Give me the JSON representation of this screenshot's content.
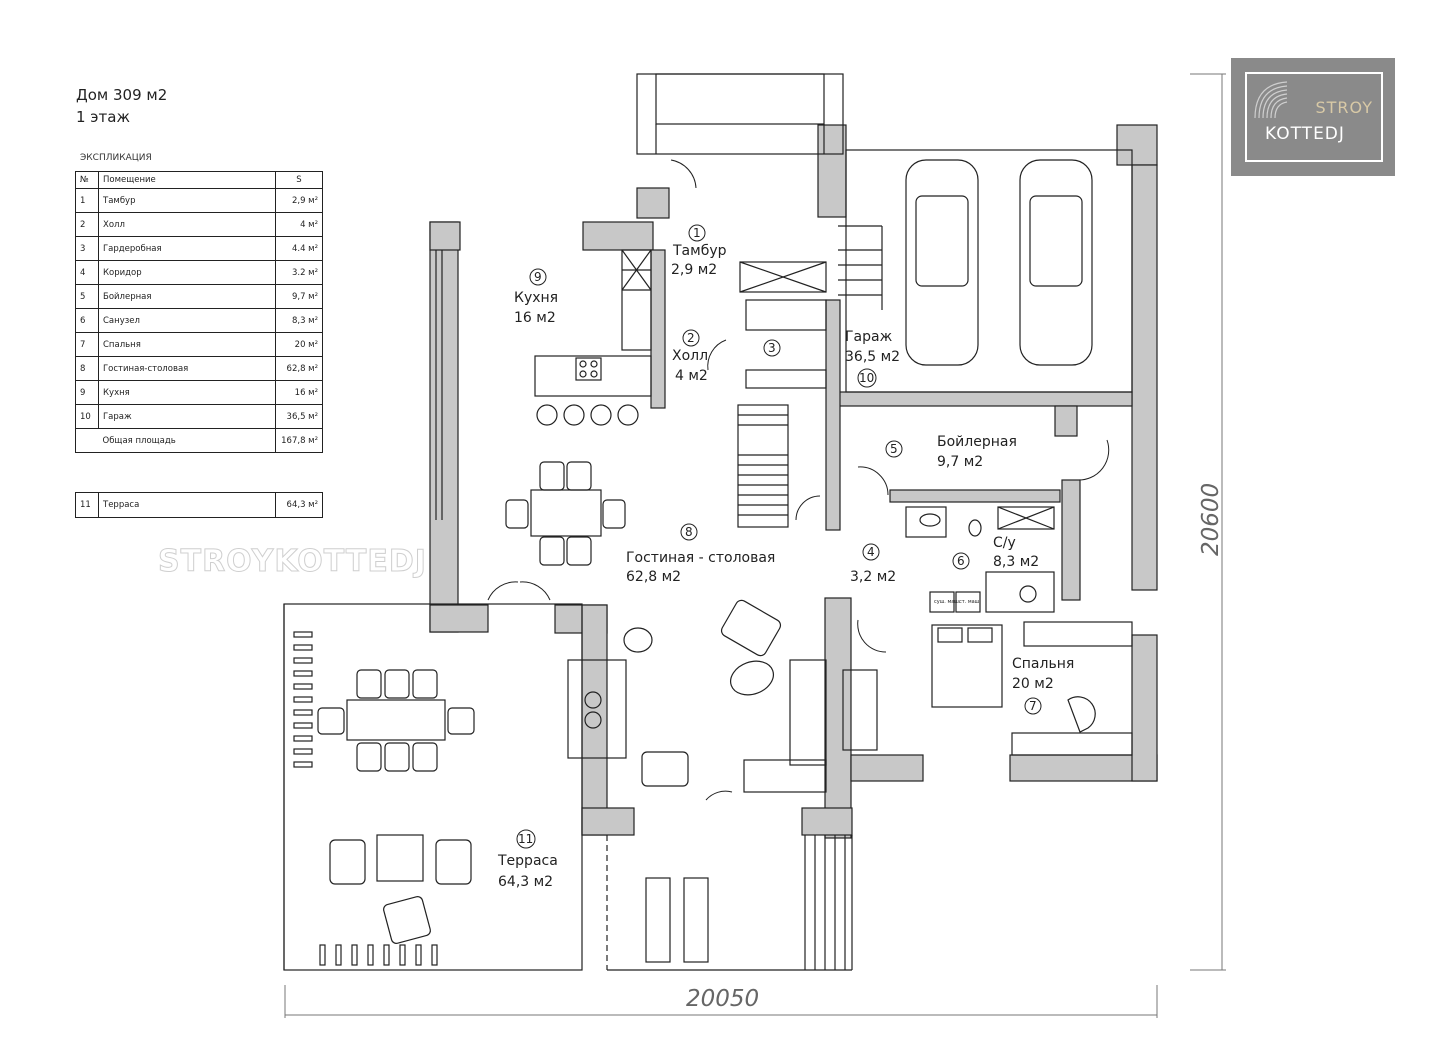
{
  "header": {
    "title": "Дом 309 м2",
    "floor": "1 этаж"
  },
  "explication": {
    "caption": "ЭКСПЛИКАЦИЯ",
    "columns": {
      "num": "№",
      "name": "Помещение",
      "area": "S"
    },
    "rows": [
      {
        "num": "1",
        "name": "Тамбур",
        "area": "2,9 м²"
      },
      {
        "num": "2",
        "name": "Холл",
        "area": "4 м²"
      },
      {
        "num": "3",
        "name": "Гардеробная",
        "area": "4.4 м²"
      },
      {
        "num": "4",
        "name": "Коридор",
        "area": "3.2 м²"
      },
      {
        "num": "5",
        "name": "Бойлерная",
        "area": "9,7 м²"
      },
      {
        "num": "6",
        "name": "Санузел",
        "area": "8,3 м²"
      },
      {
        "num": "7",
        "name": "Спальня",
        "area": "20 м²"
      },
      {
        "num": "8",
        "name": "Гостиная-столовая",
        "area": "62,8 м²"
      },
      {
        "num": "9",
        "name": "Кухня",
        "area": "16 м²"
      },
      {
        "num": "10",
        "name": "Гараж",
        "area": "36,5 м²"
      }
    ],
    "total": {
      "name": "Общая площадь",
      "area": "167,8 м²"
    },
    "extra": {
      "num": "11",
      "name": "Терраса",
      "area": "64,3 м²"
    }
  },
  "logo": {
    "line1": "STROY",
    "line2": "KOTTEDJ"
  },
  "watermark": "STROYKOTTEDJ",
  "rooms": {
    "r1": {
      "num": "1",
      "name": "Тамбур",
      "area": "2,9 м2"
    },
    "r2": {
      "num": "2",
      "name": "Холл",
      "area": "4 м2"
    },
    "r3": {
      "num": "3"
    },
    "r4": {
      "num": "4",
      "area": "3,2 м2"
    },
    "r5": {
      "num": "5",
      "name": "Бойлерная",
      "area": "9,7 м2"
    },
    "r6": {
      "num": "6",
      "name": "С/у",
      "area": "8,3 м2"
    },
    "r7": {
      "num": "7",
      "name": "Спальня",
      "area": "20 м2"
    },
    "r8": {
      "num": "8",
      "name": "Гостиная - столовая",
      "area": "62,8 м2"
    },
    "r9": {
      "num": "9",
      "name": "Кухня",
      "area": "16 м2"
    },
    "r10": {
      "num": "10",
      "name": "Гараж",
      "area": "36,5 м2"
    },
    "r11": {
      "num": "11",
      "name": "Терраса",
      "area": "64,3 м2"
    }
  },
  "appliances": {
    "dishwasher": "суш. маш.",
    "washer": "ст. маш."
  },
  "dimensions": {
    "width": "20050",
    "height": "20600"
  },
  "colors": {
    "wall": "#c8c8c8",
    "line": "#222222",
    "logo_bg": "#8a8a8a",
    "logo_accent": "#d8c9a6"
  }
}
